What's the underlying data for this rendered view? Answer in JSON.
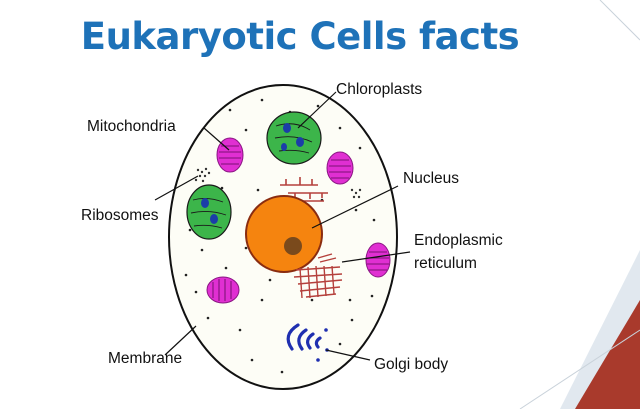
{
  "title": "Eukaryotic Cells facts",
  "labels": {
    "chloroplasts": "Chloroplasts",
    "mitochondria": "Mitochondria",
    "nucleus": "Nucleus",
    "ribosomes": "Ribosomes",
    "endoplasmic_line1": "Endoplasmic",
    "endoplasmic_line2": "reticulum",
    "membrane": "Membrane",
    "golgi": "Golgi body"
  },
  "colors": {
    "title": "#1e72b8",
    "chloroplast": "#3cb54a",
    "mitochondria": "#e02fd2",
    "nucleus": "#f5840f",
    "nucleolus": "#7a4a1c",
    "er": "#b5403c",
    "golgi": "#1f2fb0",
    "corner_accent": "#a93a2c",
    "corner_shadow": "#b9c9d6"
  }
}
